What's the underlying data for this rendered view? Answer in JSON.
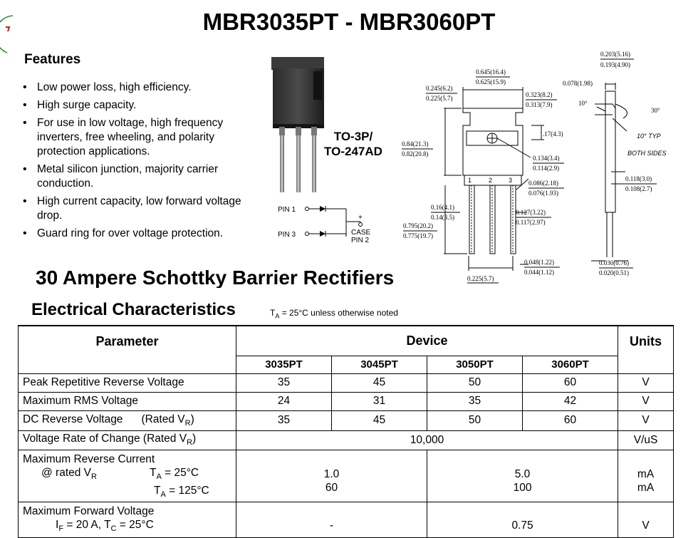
{
  "title": "MBR3035PT - MBR3060PT",
  "features": {
    "heading": "Features",
    "items": [
      "Low power loss, high efficiency.",
      "High surge capacity.",
      "For use in low voltage, high frequency inverters, free wheeling, and polarity protection applications.",
      "Metal silicon junction, majority carrier conduction.",
      "High current capacity, low forward voltage drop.",
      "Guard ring for over voltage protection."
    ]
  },
  "package": {
    "name_line1": "TO-3P/",
    "name_line2": "TO-247AD"
  },
  "schematic": {
    "pin1": "PIN 1",
    "pin3": "PIN 3",
    "plus": "+",
    "case_line1": "CASE",
    "case_line2": "PIN 2"
  },
  "dimensions": {
    "d_0203": "0.203(5.16)",
    "d_0193": "0.193(4.90)",
    "d_0645": "0.645(16.4)",
    "d_0625": "0.625(15.9)",
    "d_0078": "0.078(1.98)",
    "d_0245": "0.245(6.2)",
    "d_0225a": "0.225(5.7)",
    "d_0323": "0.323(8.2)",
    "d_0313": "0.313(7.9)",
    "deg10": "10°",
    "deg30": "30°",
    "d_017": ".17(4.3)",
    "typ": "10° TYP",
    "both_sides": "BOTH SIDES",
    "d_084": "0.84(21.3)",
    "d_082": "0.82(20.8)",
    "d_0134": "0.134(3.4)",
    "d_0114": "0.114(2.9)",
    "pin_n1": "1",
    "pin_n2": "2",
    "pin_n3": "3",
    "d_0086": "0.086(2.18)",
    "d_0076": "0.076(1.93)",
    "d_0118": "0.118(3.0)",
    "d_0108": "0.108(2.7)",
    "d_016": "0.16(4.1)",
    "d_014": "0.14(3.5)",
    "d_0127": "0.127(3.22)",
    "d_0117": "0.117(2.97)",
    "d_0795": "0.795(20.2)",
    "d_0775": "0.775(19.7)",
    "d_0048": "0.048(1.22)",
    "d_0044": "0.044(1.12)",
    "d_0030": "0.030(0.76)",
    "d_0020": "0.020(0.51)",
    "d_0225b": "0.225(5.7)"
  },
  "product_line": "30 Ampere Schottky Barrier Rectifiers",
  "ec": {
    "heading": "Electrical Characteristics",
    "note_t": "T",
    "note_sub": "A",
    "note_rest": " = 25°C unless otherwise noted",
    "headers": {
      "parameter": "Parameter",
      "device": "Device",
      "units": "Units",
      "devices": [
        "3035PT",
        "3045PT",
        "3050PT",
        "3060PT"
      ]
    },
    "rows": {
      "peak": {
        "label": "Peak Repetitive Reverse Voltage",
        "values": [
          "35",
          "45",
          "50",
          "60"
        ],
        "unit": "V"
      },
      "rms": {
        "label": "Maximum RMS Voltage",
        "values": [
          "24",
          "31",
          "35",
          "42"
        ],
        "unit": "V"
      },
      "dc": {
        "label": "DC Reverse Voltage",
        "rated": "(Rated V",
        "rated_sub": "R",
        "rated_close": ")",
        "values": [
          "35",
          "45",
          "50",
          "60"
        ],
        "unit": "V"
      },
      "rate": {
        "label": "Voltage Rate of Change (Rated V",
        "label_sub": "R",
        "label_close": ")",
        "value": "10,000",
        "unit": "V/uS"
      },
      "irev": {
        "label": "Maximum Reverse Current",
        "cond1": "@ rated V",
        "cond1_sub": "R",
        "ta": "T",
        "ta_sub": "A",
        "ta1": " = 25°C",
        "ta2": " = 125°C",
        "v_low_1": "1.0",
        "v_low_2": "60",
        "v_high_1": "5.0",
        "v_high_2": "100",
        "unit1": "mA",
        "unit2": "mA"
      },
      "vf": {
        "label": "Maximum Forward Voltage",
        "cond_if": "I",
        "cond_if_sub": "F",
        "cond_rest": " = 20 A, T",
        "cond_tc_sub": "C",
        "cond_end": " = 25°C",
        "v_low": "-",
        "v_high": "0.75",
        "unit": "V"
      }
    }
  }
}
